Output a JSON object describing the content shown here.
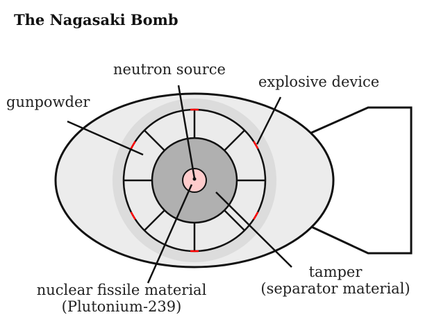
{
  "title": "The Nagasaki Bomb",
  "labels": {
    "neutron_source": "neutron source",
    "explosive_device": "explosive device",
    "gunpowder": "gunpowder",
    "tamper_line1": "tamper",
    "tamper_line2": "(separator material)",
    "fissile_line1": "nuclear fissile material",
    "fissile_line2": "(Plutonium-239)"
  },
  "colors": {
    "casing": "#ececec",
    "gunpowder_ring": "#dcdcdc",
    "explosive_ring": "#ebebeb",
    "tamper": "#b0b0b0",
    "neutron_source": "#ffcccc",
    "detonators": "#ff0000",
    "lines": "#111111"
  }
}
